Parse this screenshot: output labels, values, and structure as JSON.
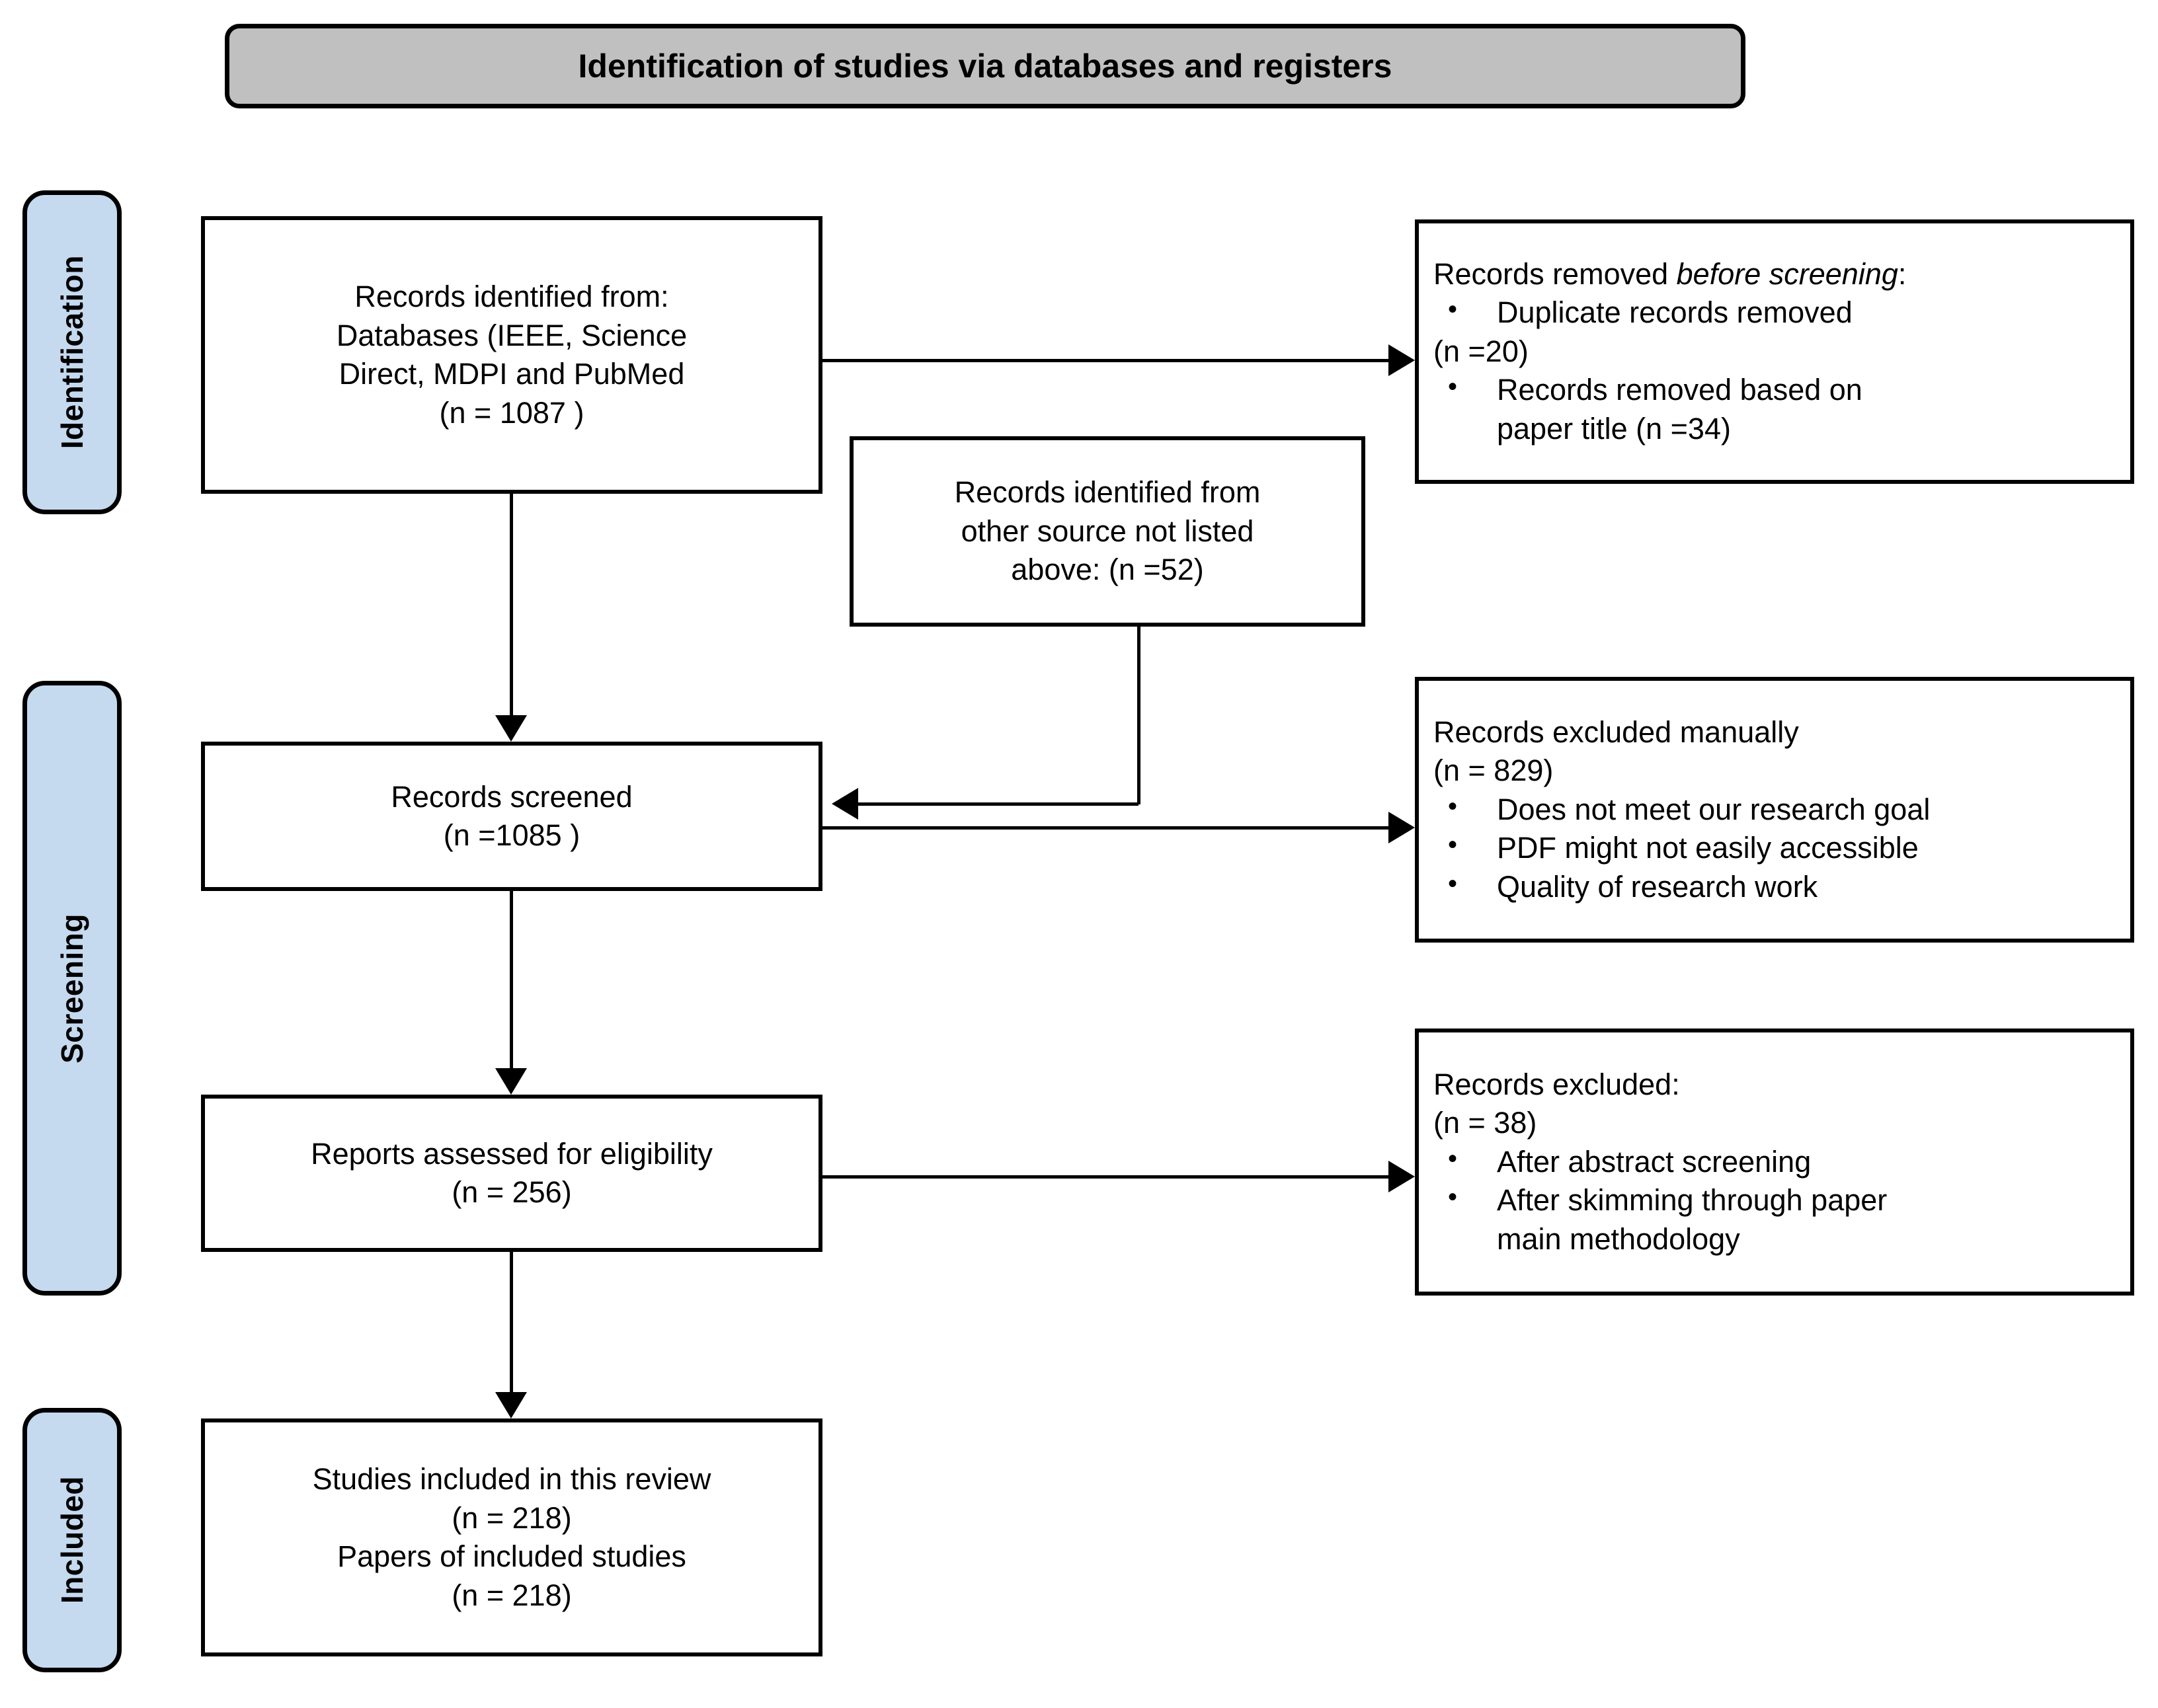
{
  "banner": {
    "title": "Identification of studies via databases and registers"
  },
  "phases": [
    {
      "key": "identification",
      "label": "Identification"
    },
    {
      "key": "screening",
      "label": "Screening"
    },
    {
      "key": "included",
      "label": "Included"
    }
  ],
  "boxes": {
    "records_identified": {
      "lines": [
        "Records identified from:",
        "Databases (IEEE, Science",
        "Direct, MDPI and PubMed",
        "(n = 1087 )"
      ]
    },
    "records_removed": {
      "heading_prefix": "Records removed ",
      "heading_italic": "before screening",
      "heading_suffix": ":",
      "bullets": [
        "Duplicate records removed",
        " (n =20)",
        "Records removed based on",
        "paper title (n =34)"
      ],
      "bullet_items": [
        {
          "text": "Duplicate records removed",
          "bullet": true
        },
        {
          "text": " (n =20)",
          "bullet": false
        },
        {
          "text": "Records removed based on",
          "bullet": true
        },
        {
          "text": "paper title (n =34)",
          "bullet": false
        }
      ]
    },
    "other_source": {
      "lines": [
        "Records identified from",
        "other source not listed",
        "above: (n =52)"
      ]
    },
    "records_screened": {
      "lines": [
        "Records screened",
        "(n =1085 )"
      ]
    },
    "excluded_manually": {
      "heading_lines": [
        "Records excluded manually",
        "(n = 829)"
      ],
      "bullet_items": [
        {
          "text": "Does not meet our research goal",
          "bullet": true
        },
        {
          "text": "PDF might not easily accessible",
          "bullet": true
        },
        {
          "text": "Quality of research work",
          "bullet": true
        }
      ]
    },
    "reports_assessed": {
      "lines": [
        "Reports assessed for eligibility",
        "(n = 256)"
      ]
    },
    "records_excluded": {
      "heading_lines": [
        "Records excluded:",
        " (n = 38)"
      ],
      "bullet_items": [
        {
          "text": "After abstract screening",
          "bullet": true
        },
        {
          "text": "After skimming through paper",
          "bullet": true
        },
        {
          "text": "main methodology",
          "bullet": false
        }
      ]
    },
    "studies_included": {
      "lines": [
        "Studies included in this review",
        "(n = 218)",
        "Papers of included studies",
        "(n = 218)"
      ]
    }
  },
  "colors": {
    "phase_fill": "#c5d9ef",
    "banner_fill": "#c0c0c0",
    "stroke": "#000000",
    "box_fill": "#ffffff"
  },
  "chart_data": {
    "type": "diagram",
    "title": "Identification of studies via databases and registers",
    "diagram_kind": "PRISMA 2020 flow diagram",
    "phases": [
      "Identification",
      "Screening",
      "Included"
    ],
    "nodes": [
      {
        "id": "records_identified",
        "phase": "Identification",
        "label": "Records identified from: Databases (IEEE, Science Direct, MDPI and PubMed",
        "n": 1087
      },
      {
        "id": "records_removed",
        "phase": "Identification",
        "label": "Records removed before screening",
        "items": [
          {
            "label": "Duplicate records removed",
            "n": 20
          },
          {
            "label": "Records removed based on paper title",
            "n": 34
          }
        ]
      },
      {
        "id": "other_source",
        "phase": "Identification",
        "label": "Records identified from other source not listed above",
        "n": 52
      },
      {
        "id": "records_screened",
        "phase": "Screening",
        "label": "Records screened",
        "n": 1085
      },
      {
        "id": "excluded_manually",
        "phase": "Screening",
        "label": "Records excluded manually",
        "n": 829,
        "reasons": [
          "Does not meet our research goal",
          "PDF might not easily accessible",
          "Quality of research work"
        ]
      },
      {
        "id": "reports_assessed",
        "phase": "Screening",
        "label": "Reports assessed for eligibility",
        "n": 256
      },
      {
        "id": "records_excluded",
        "phase": "Screening",
        "label": "Records excluded",
        "n": 38,
        "reasons": [
          "After abstract screening",
          "After skimming through paper main methodology"
        ]
      },
      {
        "id": "studies_included",
        "phase": "Included",
        "label": "Studies included in this review",
        "n": 218,
        "secondary_label": "Papers of included studies",
        "secondary_n": 218
      }
    ],
    "edges": [
      {
        "from": "records_identified",
        "to": "records_removed",
        "direction": "right"
      },
      {
        "from": "records_identified",
        "to": "records_screened",
        "direction": "down"
      },
      {
        "from": "other_source",
        "to": "records_screened",
        "direction": "down-left"
      },
      {
        "from": "records_screened",
        "to": "excluded_manually",
        "direction": "right"
      },
      {
        "from": "records_screened",
        "to": "reports_assessed",
        "direction": "down"
      },
      {
        "from": "reports_assessed",
        "to": "records_excluded",
        "direction": "right"
      },
      {
        "from": "reports_assessed",
        "to": "studies_included",
        "direction": "down"
      }
    ]
  }
}
